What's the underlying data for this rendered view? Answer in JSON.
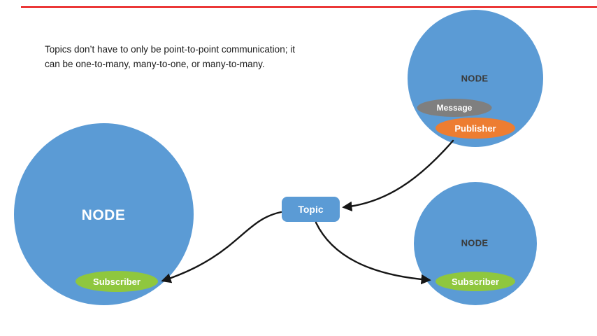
{
  "caption": {
    "line1": "Topics don’t have to only be point-to-point communication; it",
    "line2": "can be one-to-many, many-to-one, or many-to-many."
  },
  "nodes": {
    "left": {
      "label": "NODE",
      "subscriber_label": "Subscriber"
    },
    "top_right": {
      "label": "NODE",
      "message_label": "Message",
      "publisher_label": "Publisher"
    },
    "bottom_right": {
      "label": "NODE",
      "subscriber_label": "Subscriber"
    }
  },
  "topic": {
    "label": "Topic"
  },
  "arrows": [
    {
      "from": "top-right-node-publisher",
      "to": "topic"
    },
    {
      "from": "topic",
      "to": "left-node-subscriber"
    },
    {
      "from": "topic",
      "to": "bottom-right-node-subscriber"
    }
  ],
  "colors": {
    "node_blue": "#5b9bd5",
    "topic_blue": "#5b9bd5",
    "subscriber_green": "#8fc73e",
    "publisher_orange": "#ed7d31",
    "message_gray": "#7f7f7f",
    "arrow_black": "#151515",
    "progress_red": "#e60000",
    "background": "#ffffff"
  }
}
